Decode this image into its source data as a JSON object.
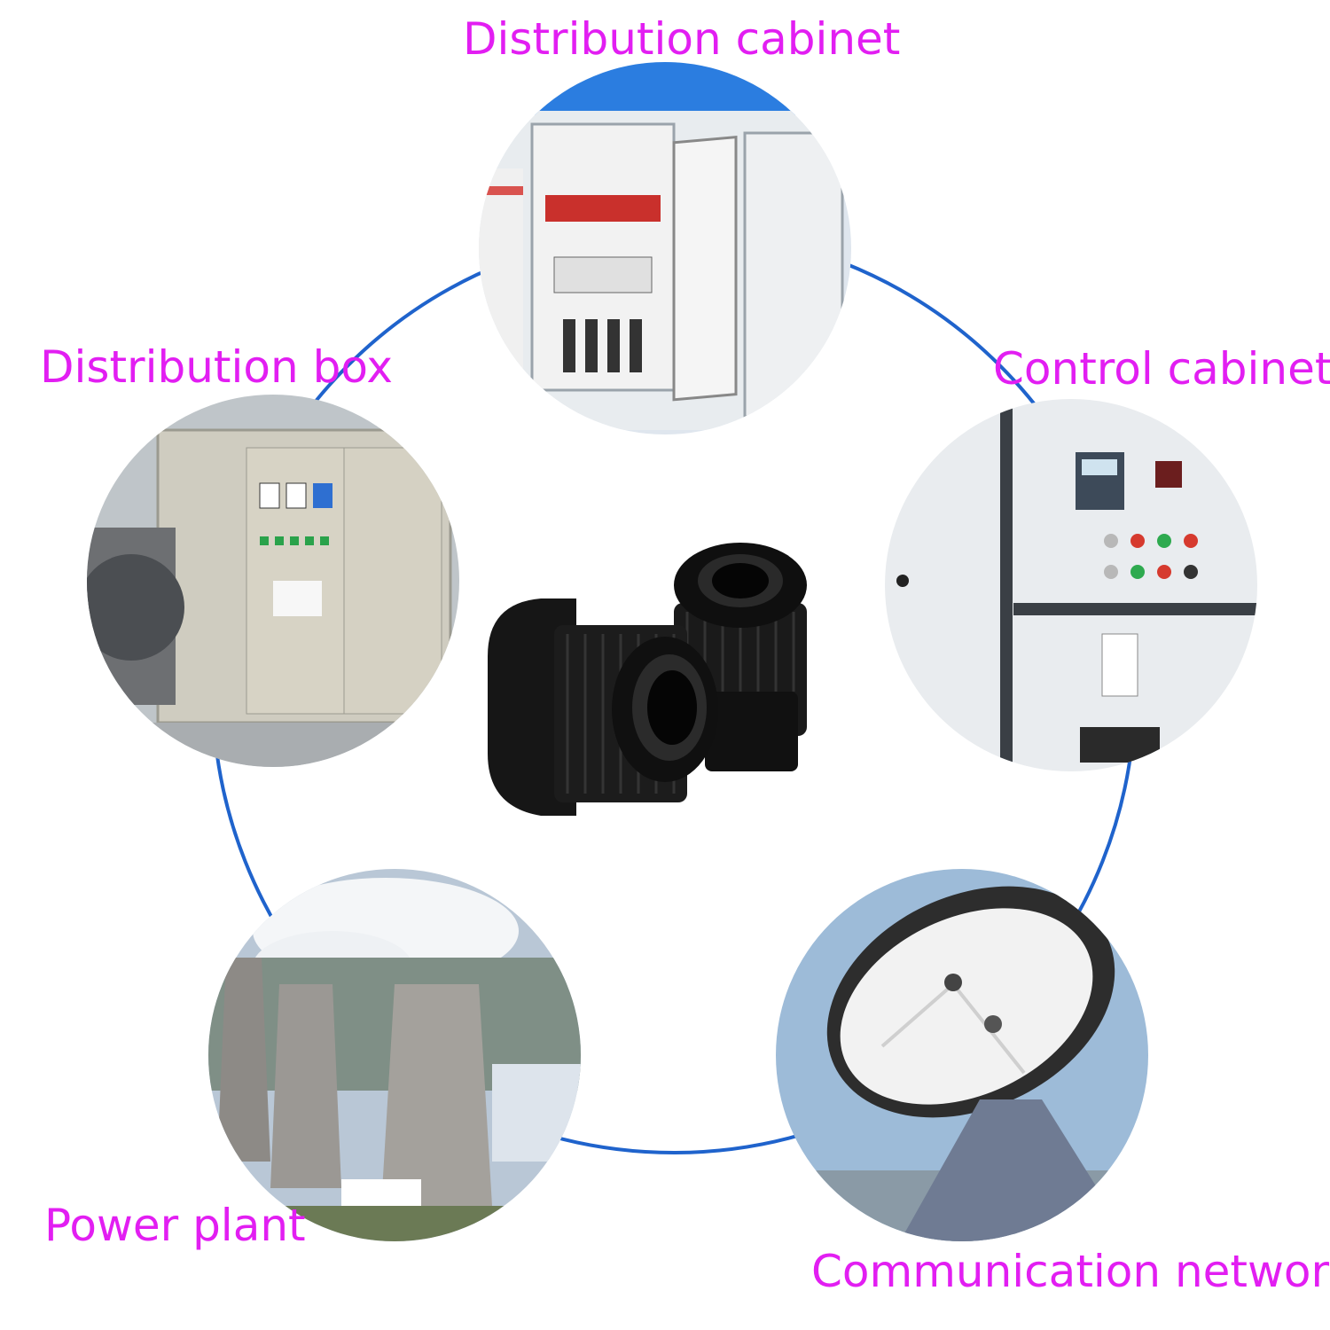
{
  "applications": {
    "distribution_cabinet": {
      "label": "Distribution cabinet",
      "icon": "distribution-cabinet-photo"
    },
    "distribution_box": {
      "label": "Distribution box",
      "icon": "distribution-box-photo"
    },
    "control_cabinet": {
      "label": "Control cabinet",
      "icon": "control-cabinet-photo"
    },
    "power_plant": {
      "label": "Power plant",
      "icon": "power-plant-photo"
    },
    "communication_network": {
      "label": "Communication network",
      "icon": "satellite-dish-photo"
    }
  },
  "product": {
    "icon": "cable-gland-photo"
  },
  "colors": {
    "label": "#e21ef2",
    "ring": "#1f63cc",
    "gland": "#141414"
  }
}
